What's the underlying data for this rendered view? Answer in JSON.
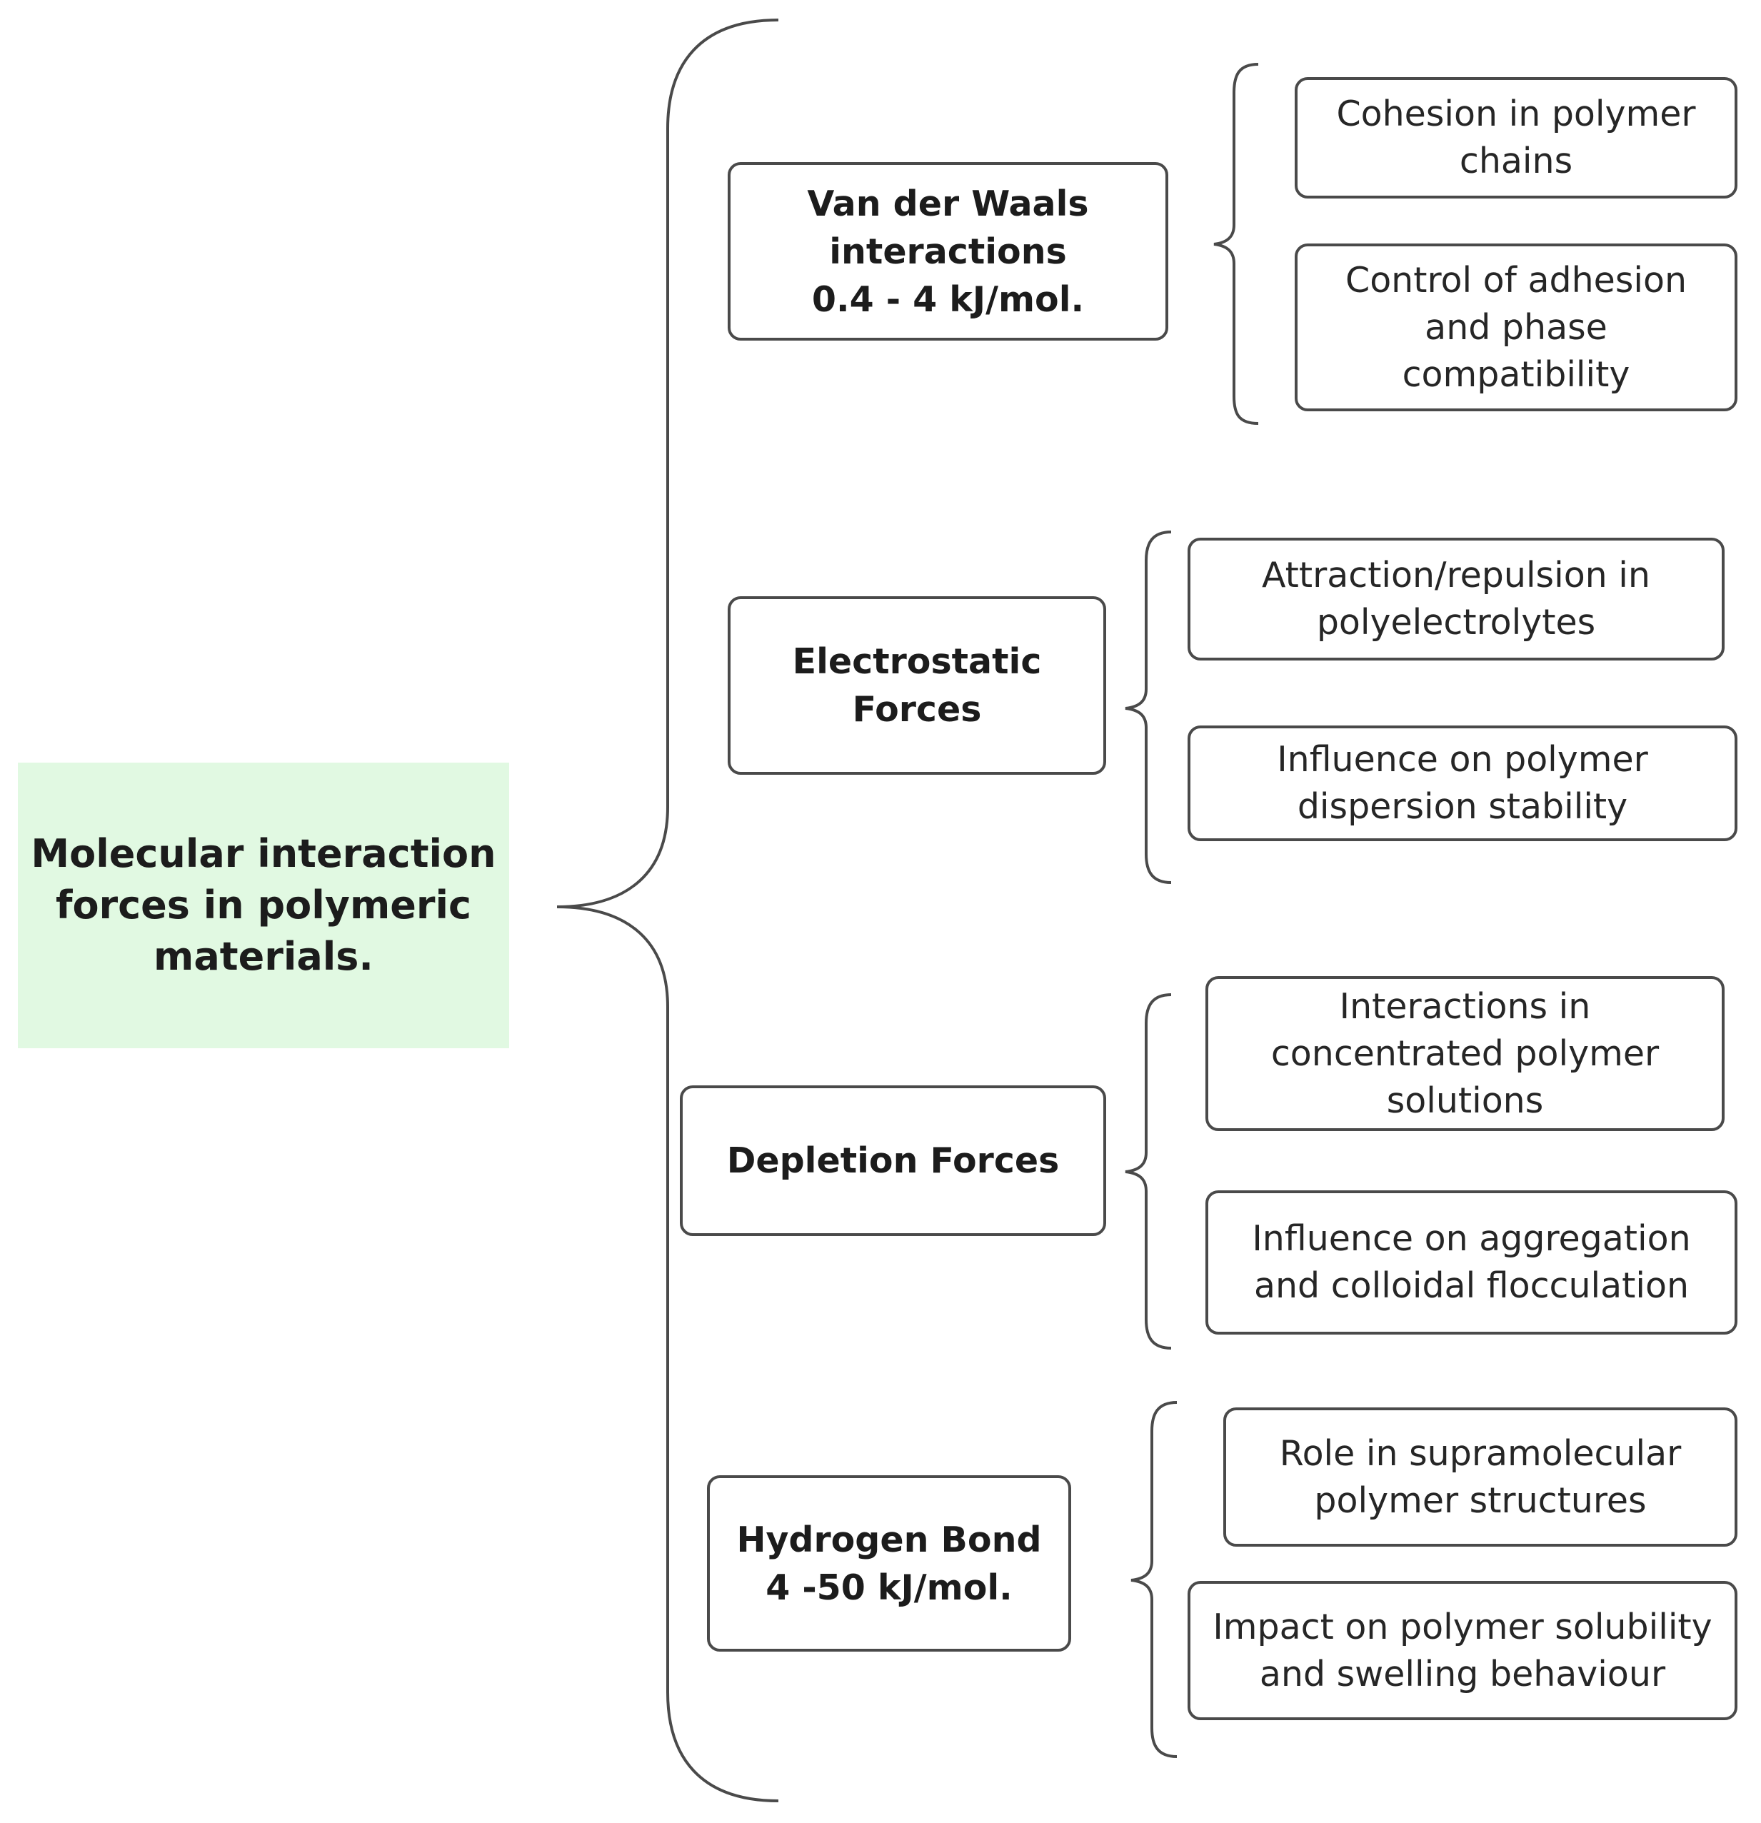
{
  "root": {
    "label": "Molecular interaction\nforces in polymeric\nmaterials."
  },
  "categories": [
    {
      "label": "Van der Waals\ninteractions\n0.4 - 4  kJ/mol.",
      "effects": [
        "Cohesion in polymer\nchains",
        "Control of adhesion\nand phase\ncompatibility"
      ]
    },
    {
      "label": "Electrostatic\nForces",
      "effects": [
        "Attraction/repulsion in\npolyelectrolytes",
        "Influence on polymer\ndispersion stability"
      ]
    },
    {
      "label": "Depletion Forces",
      "effects": [
        "Interactions in\nconcentrated polymer\nsolutions",
        "Influence on aggregation\nand colloidal flocculation"
      ]
    },
    {
      "label": "Hydrogen Bond\n4 -50 kJ/mol.",
      "effects": [
        "Role in supramolecular\npolymer structures",
        "Impact on polymer solubility\nand swelling behaviour"
      ]
    }
  ],
  "colors": {
    "root_fill": "#e1f9e2",
    "stroke": "#4a4a4a"
  }
}
